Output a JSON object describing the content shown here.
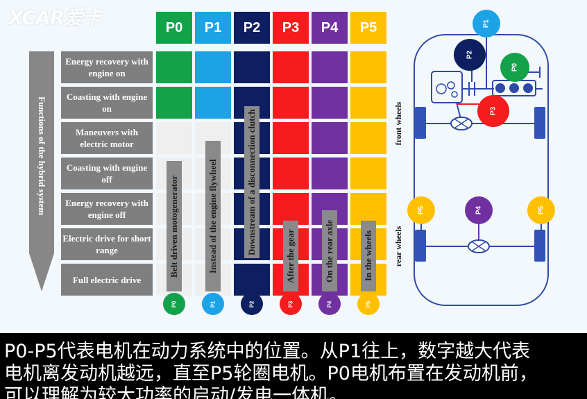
{
  "watermark": "XCAR爱卡",
  "positions": [
    {
      "label": "P0",
      "color": "#13a24a",
      "desc": "Belt driven motogenerator",
      "functions": [
        1,
        1,
        0,
        0,
        0,
        0,
        0
      ]
    },
    {
      "label": "P1",
      "color": "#1ca3e6",
      "desc": "Instead of the engine flywheel",
      "functions": [
        1,
        1,
        0,
        0,
        0,
        0,
        0
      ]
    },
    {
      "label": "P2",
      "color": "#0d1f60",
      "desc": "Downstream of a disconnection clutch",
      "functions": [
        1,
        1,
        1,
        1,
        1,
        1,
        1
      ]
    },
    {
      "label": "P3",
      "color": "#f41c1c",
      "desc": "After the gear",
      "functions": [
        1,
        1,
        1,
        1,
        1,
        1,
        1
      ]
    },
    {
      "label": "P4",
      "color": "#7030a0",
      "desc": "On the rear axle",
      "functions": [
        1,
        1,
        1,
        1,
        1,
        1,
        1
      ]
    },
    {
      "label": "P5",
      "color": "#ffc000",
      "desc": "In the wheels",
      "functions": [
        1,
        1,
        1,
        1,
        1,
        1,
        1
      ]
    }
  ],
  "rows": [
    "Energy recovery with engine on",
    "Coasting with engine on",
    "Maneuvers with electric motor",
    "Coasting with engine off",
    "Energy recovery with engine off",
    "Electric drive for short range",
    "Full electric drive"
  ],
  "axis_title": "Functions of the hybrid system",
  "car": {
    "front_label": "front wheels",
    "rear_label": "rear wheels",
    "motors": [
      "P1",
      "P2",
      "P0",
      "P3",
      "P5",
      "P4",
      "P5"
    ]
  },
  "caption": "P0-P5代表电机在动力系统中的位置。从P1往上，数字越大代表\n电机离发动机越远，直至P5轮圈电机。P0电机布置在发动机前，\n可以理解为较大功率的启动/发电一体机。"
}
